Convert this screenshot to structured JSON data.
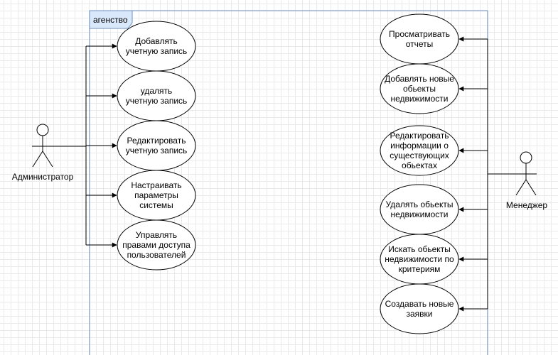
{
  "diagram": {
    "system_label": "агенство",
    "colors": {
      "frame_stroke": "#6c8ebf",
      "frame_tab_fill": "#dae8fc",
      "line": "#000000",
      "shape_fill": "#ffffff"
    },
    "actors": {
      "admin": {
        "name": "Администратор"
      },
      "manager": {
        "name": "Менеджер"
      }
    },
    "admin_use_cases": [
      {
        "lines": [
          "Добавлять",
          "учетную запись"
        ]
      },
      {
        "lines": [
          "удалять",
          "учетную запись"
        ]
      },
      {
        "lines": [
          "Редактировать",
          "учетную запись"
        ]
      },
      {
        "lines": [
          "Настраивать",
          "параметры",
          "системы"
        ]
      },
      {
        "lines": [
          "Управлять",
          "правами доступа",
          "пользователей"
        ]
      }
    ],
    "manager_use_cases": [
      {
        "lines": [
          "Просматривать",
          "отчеты"
        ]
      },
      {
        "lines": [
          "Добавлять новые",
          "обьекты",
          "недвижимости"
        ]
      },
      {
        "lines": [
          "Редактировать",
          "информации о",
          "существующих",
          "обьектах"
        ]
      },
      {
        "lines": [
          "Удалять обьекты",
          "недвижимости"
        ]
      },
      {
        "lines": [
          "Искать обьекты",
          "недвижимости по",
          "критериям"
        ]
      },
      {
        "lines": [
          "Создавать новые",
          "заявки"
        ]
      }
    ]
  }
}
